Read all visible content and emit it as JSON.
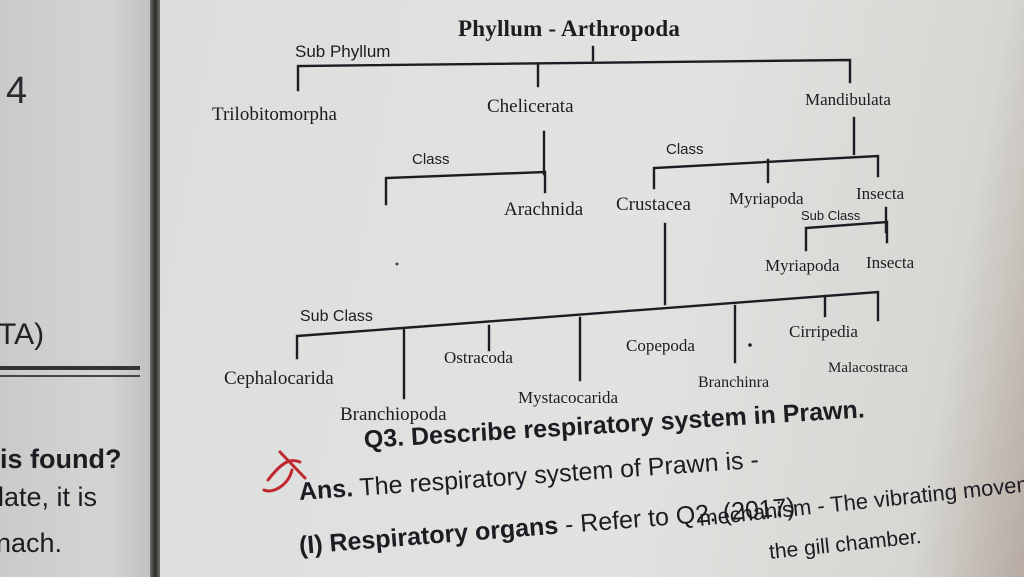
{
  "left_page": {
    "page_number": "4",
    "heading_fragment": "TA)",
    "line1": "is found?",
    "line2": "late, it is",
    "line3": "nach."
  },
  "chart": {
    "title": "Phyllum - Arthropoda",
    "subphylum_label": "Sub Phyllum",
    "subphyla": [
      "Trilobitomorpha",
      "Chelicerata",
      "Mandibulata"
    ],
    "class_label_chelicerata": "Class",
    "class_chelicerata": "Arachnida",
    "class_label_mandibulata": "Class",
    "classes_mandibulata": [
      "Crustacea",
      "Myriapoda",
      "Insecta"
    ],
    "subclass_label_right": "Sub Class",
    "subclasses_right": [
      "Myriapoda",
      "Insecta"
    ],
    "subclass_label_crustacea": "Sub Class",
    "subclasses_top_row": [
      "Cephalocarida",
      "Ostracoda",
      "Copepoda",
      "Cirripedia"
    ],
    "subclasses_bottom_row": [
      "Branchiopoda",
      "Mystacocarida",
      "Branchinra",
      "Malacostraca"
    ]
  },
  "question": {
    "number_text": "Q3.",
    "text": "Describe respiratory system in Prawn.",
    "answer_label": "Ans.",
    "answer_text": "The respiratory system of Prawn is -",
    "point1_label": "(I) Respiratory organs",
    "point1_ref": "- Refer to Q2. (2017)",
    "handwritten_1": "mechanism - The vibrating movement",
    "handwritten_2": "the gill chamber."
  },
  "colors": {
    "ink": "#1c1c22",
    "page": "#e0e1df",
    "mark_red": "#c0282f"
  }
}
